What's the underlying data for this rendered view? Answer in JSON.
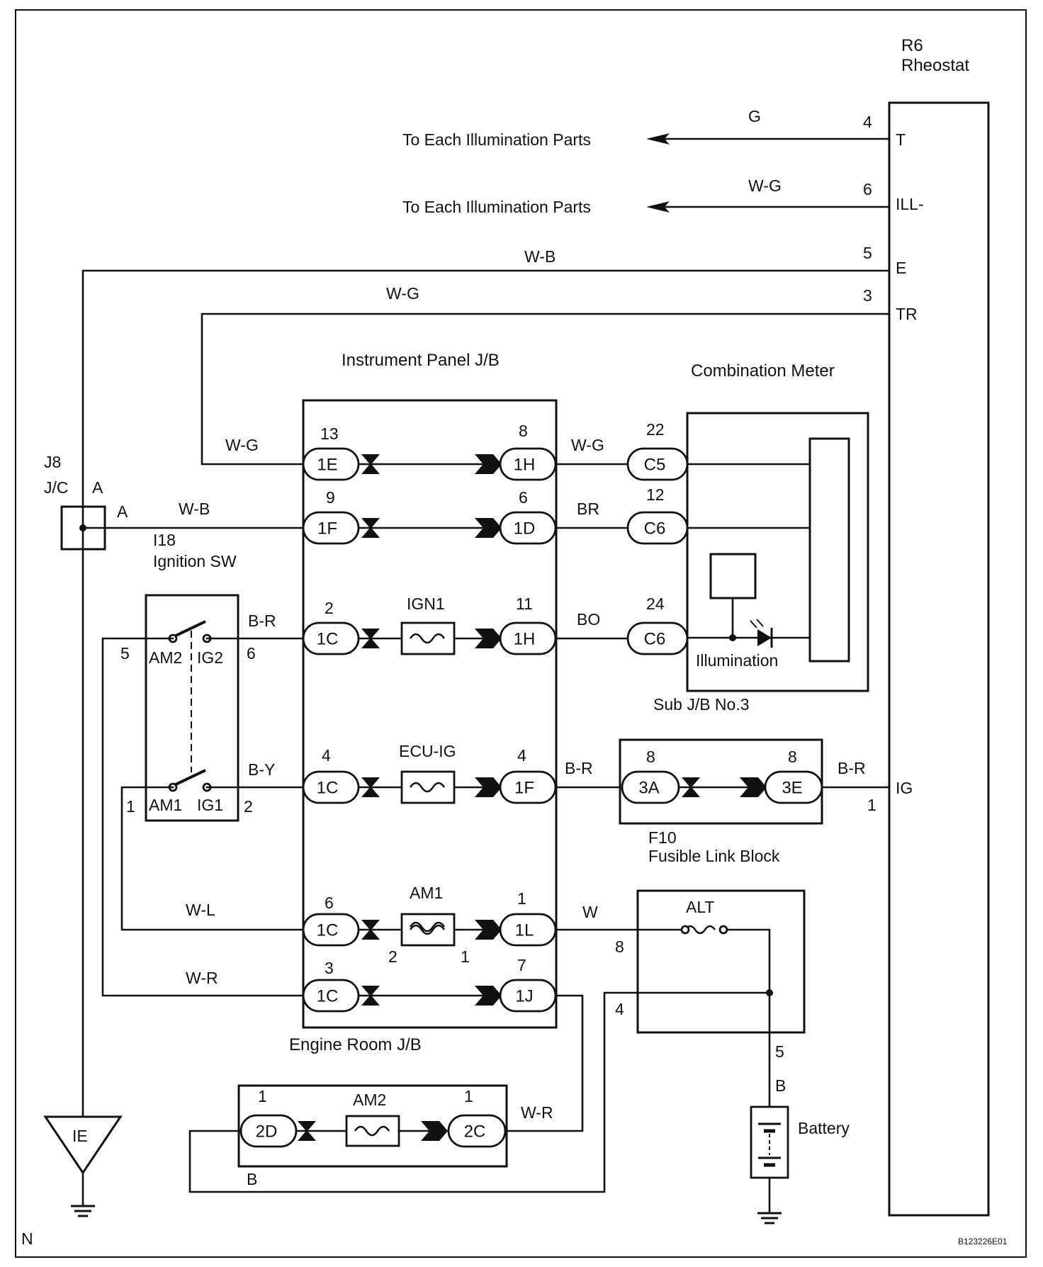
{
  "rheostat": {
    "id": "R6",
    "name": "Rheostat",
    "pins": {
      "t": "T",
      "ill": "ILL-",
      "e": "E",
      "tr": "TR",
      "ig": "IG"
    },
    "pin_numbers": {
      "t": "4",
      "ill": "6",
      "e": "5",
      "tr": "3",
      "ig": "1"
    }
  },
  "illum_outputs": {
    "top": "To Each Illumination Parts",
    "bottom": "To Each Illumination Parts"
  },
  "wires": {
    "g": "G",
    "wg_ill": "W-G",
    "wb_e": "W-B",
    "wg_tr": "W-G",
    "wg_1e": "W-G",
    "wb_jc": "W-B",
    "wg_c5": "W-G",
    "br": "BR",
    "br_ign": "B-R",
    "bo": "BO",
    "by": "B-Y",
    "br_ecu": "B-R",
    "br_ig": "B-R",
    "wl": "W-L",
    "w": "W",
    "wr": "W-R",
    "wr_2c": "W-R",
    "b_2d": "B",
    "b_batt": "B"
  },
  "instrument_panel_jb": "Instrument Panel J/B",
  "engine_room_jb": "Engine Room J/B",
  "combination_meter": "Combination Meter",
  "sub_jb": "Sub J/B No.3",
  "illumination": "Illumination",
  "jc": {
    "id": "J8",
    "name": "J/C",
    "pin_top": "A",
    "pin_right": "A"
  },
  "ignition_sw": {
    "id": "I18",
    "name": "Ignition SW",
    "am2": "AM2",
    "ig2": "IG2",
    "am1": "AM1",
    "ig1": "IG1",
    "pin5": "5",
    "pin6": "6",
    "pin1": "1",
    "pin2": "2"
  },
  "connectors": {
    "c_1e": "1E",
    "c_1h_a": "1H",
    "c_1f": "1F",
    "c_1d": "1D",
    "c_1c_a": "1C",
    "c_1h_b": "1H",
    "c_1c_b": "1C",
    "c_1f_b": "1F",
    "c_1c_c": "1C",
    "c_1l": "1L",
    "c_1c_d": "1C",
    "c_1j": "1J",
    "c_c5": "C5",
    "c_c6_a": "C6",
    "c_c6_b": "C6",
    "c_3a": "3A",
    "c_3e": "3E",
    "c_2d": "2D",
    "c_2c": "2C"
  },
  "connector_pins": {
    "p_1e": "13",
    "p_1h_a": "8",
    "p_1f": "9",
    "p_1d": "6",
    "p_1c_a": "2",
    "p_1h_b": "11",
    "p_1c_b": "4",
    "p_1f_b": "4",
    "p_1c_c": "6",
    "p_1l": "1",
    "p_1c_d": "3",
    "p_1j": "7",
    "p_c5": "22",
    "p_c6_a": "12",
    "p_c6_b": "24",
    "p_3a": "8",
    "p_3e": "8",
    "p_2d": "1",
    "p_2c": "1",
    "p_am1_l": "2",
    "p_am1_r": "1"
  },
  "fuses": {
    "ign1": "IGN1",
    "ecu_ig": "ECU-IG",
    "am1": "AM1",
    "am2": "AM2",
    "alt": "ALT"
  },
  "fusible_link": {
    "id": "F10",
    "name": "Fusible Link Block"
  },
  "alt_block_pins": {
    "p8": "8",
    "p4": "4",
    "p5": "5"
  },
  "battery": "Battery",
  "ground_ie": "IE",
  "corner_code": "N",
  "figure_code": "B123226E01"
}
